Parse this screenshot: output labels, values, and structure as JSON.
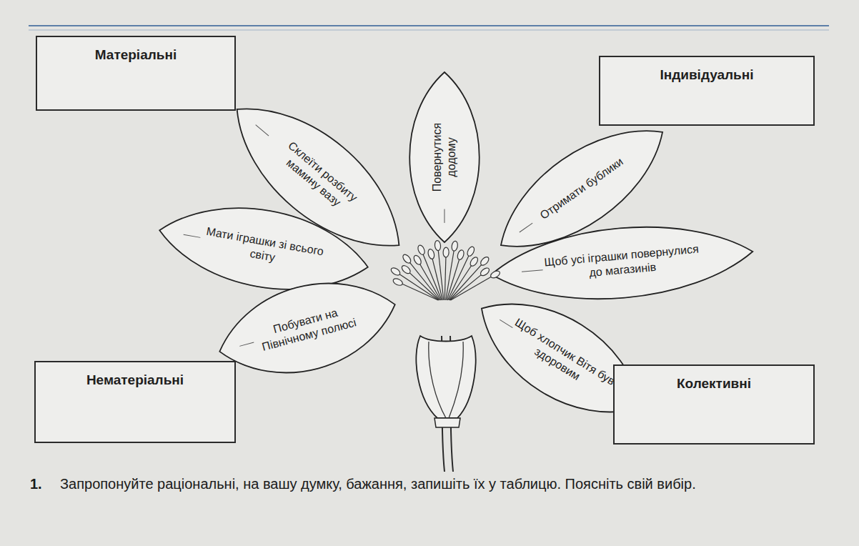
{
  "diagram": {
    "nodes": [
      {
        "text": [
          "Матеріальні"
        ]
      },
      {
        "text": [
          "Індивідуальні"
        ]
      },
      {
        "text": [
          "Склеїти розбиту мамину вазу"
        ]
      },
      {
        "text": [
          "Повернутися додому"
        ]
      },
      {
        "text": [
          "Отримати бублики"
        ]
      },
      {
        "text": [
          "Мати іграшки зі всього світу"
        ]
      },
      {
        "text": [
          "Щоб усі іграшки повернулися до магазинів"
        ]
      },
      {
        "text": [
          "Побувати на Північному полюсі"
        ]
      },
      {
        "text": [
          "Щоб хлопчик Вітя був здоровим"
        ]
      },
      {
        "text": [
          "Нематеріальні"
        ]
      },
      {
        "text": [
          "Колективні"
        ]
      }
    ],
    "labels": [
      "1.",
      "Запропонуйте раціональні, на вашу думку, бажання, запишіть їх у таблицю. Поясніть свій вибір."
    ]
  }
}
